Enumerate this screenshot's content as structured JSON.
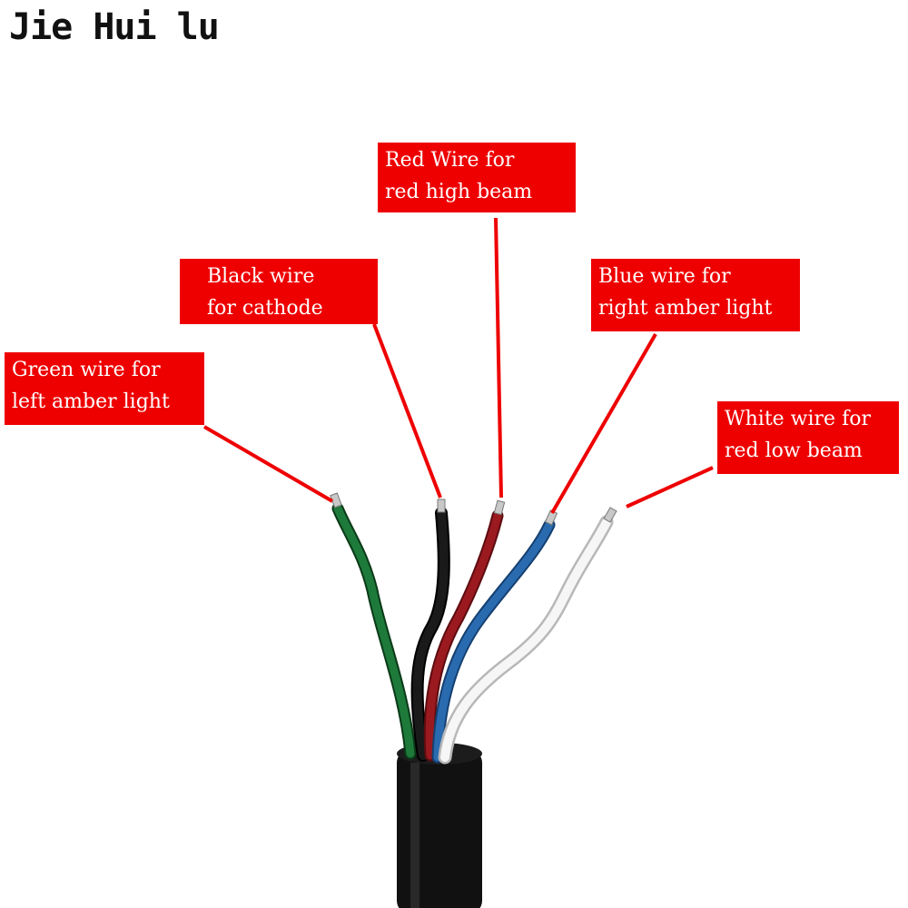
{
  "brand": {
    "name": "Jie Hui lu"
  },
  "colors": {
    "label_bg": "#ee0000",
    "label_text": "#ffffff",
    "leader": "#ee0000",
    "cable": "#111111"
  },
  "wires": [
    {
      "id": "green",
      "label_lines": [
        "Green wire for",
        "left amber light"
      ],
      "color": "#1e7a3a"
    },
    {
      "id": "black",
      "label_lines": [
        "Black wire",
        "for cathode"
      ],
      "color": "#0d0d0d"
    },
    {
      "id": "red",
      "label_lines": [
        "Red Wire for",
        "red high beam"
      ],
      "color": "#9a1a20"
    },
    {
      "id": "blue",
      "label_lines": [
        "Blue wire for",
        "right amber light"
      ],
      "color": "#2a6bb0"
    },
    {
      "id": "white",
      "label_lines": [
        "White wire for",
        "red low beam"
      ],
      "color": "#f4f4f4"
    }
  ]
}
